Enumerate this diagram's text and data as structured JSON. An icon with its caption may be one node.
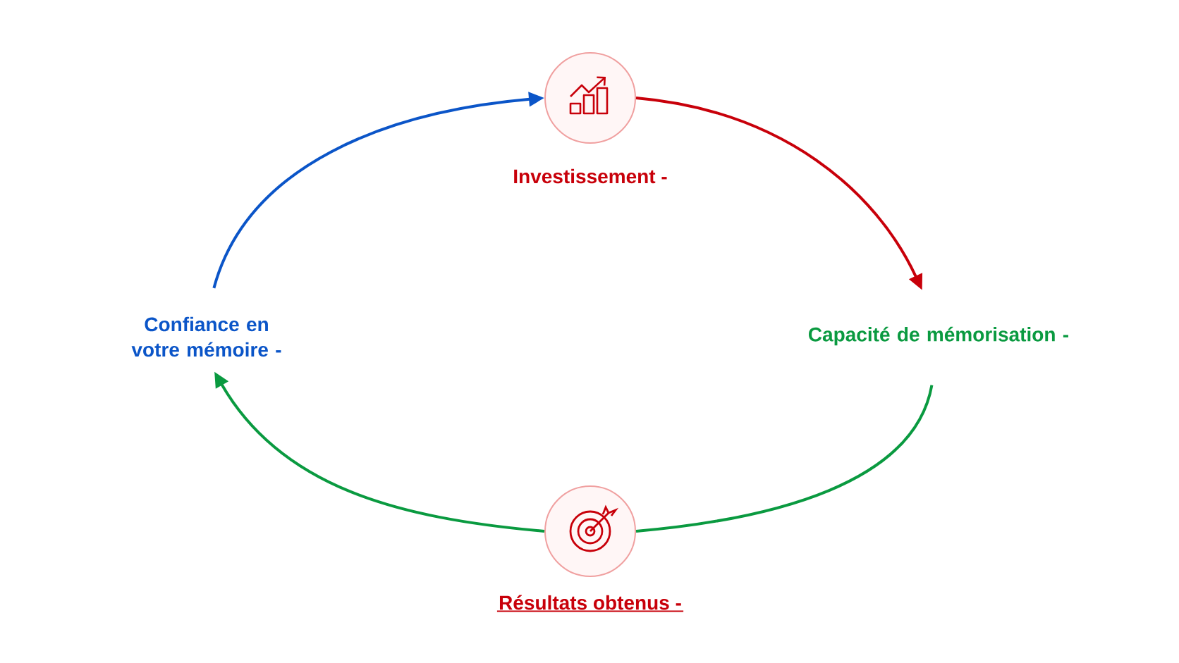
{
  "diagram": {
    "nodes": [
      {
        "text": [
          "Investissement -"
        ]
      },
      {
        "text": [
          "Capacité de mémorisation -"
        ]
      },
      {
        "text": [
          "Résultats obtenus -"
        ]
      },
      {
        "text": [
          "Confiance en votre mémoire -"
        ]
      }
    ],
    "edges": [
      {
        "from": 3,
        "to": 0,
        "arrow": "to",
        "color": "#0b55c8"
      },
      {
        "from": 0,
        "to": 1,
        "arrow": "to",
        "color": "#c8000a"
      },
      {
        "from": 1,
        "to": 2,
        "arrow": "none",
        "color": "#0a9a40"
      },
      {
        "from": 2,
        "to": 3,
        "arrow": "to",
        "color": "#0a9a40"
      }
    ]
  }
}
